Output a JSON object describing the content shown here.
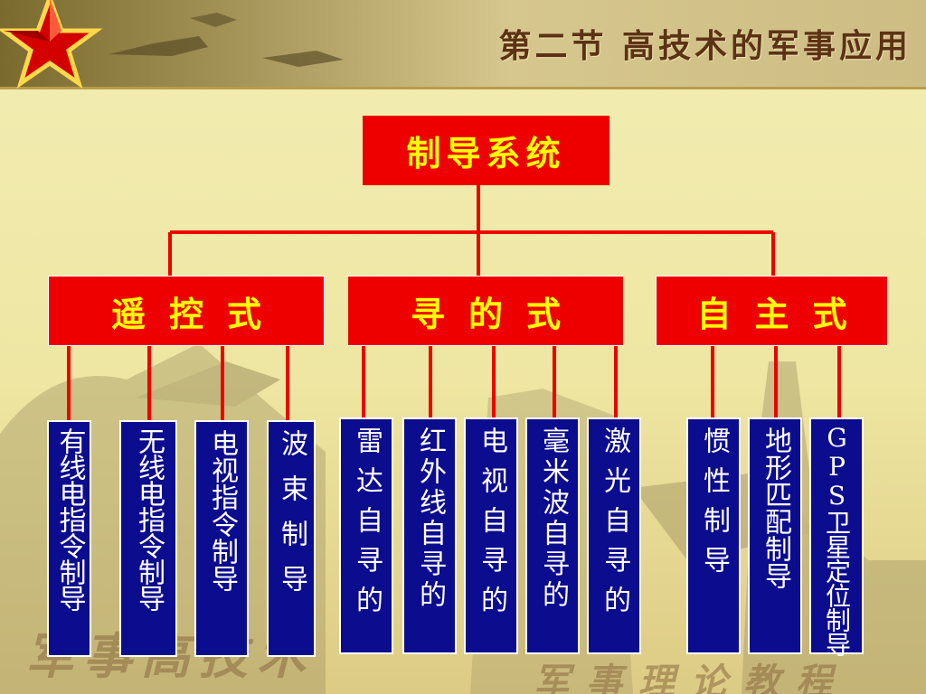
{
  "header": {
    "title": "第二节 高技术的军事应用"
  },
  "diagram": {
    "root": "制导系统",
    "categories": [
      {
        "label": "遥控式",
        "children": [
          "有线电指令制导",
          "无线电指令制导",
          "电视指令制导",
          "波束制导"
        ]
      },
      {
        "label": "寻的式",
        "children": [
          "雷达自寻的",
          "红外线自寻的",
          "电视自寻的",
          "毫米波自寻的",
          "激光自寻的"
        ]
      },
      {
        "label": "自主式",
        "children": [
          "惯性制导",
          "地形匹配制导",
          "GPS卫星定位制导"
        ]
      }
    ]
  },
  "footer": {
    "left_text": "军事高技术",
    "right_text": "军事理论教程"
  },
  "colors": {
    "box_red": "#ee0000",
    "box_text": "#ffff00",
    "leaf_blue": "#0c0c8e",
    "line": "#ee0000"
  },
  "icons": {
    "logo": "red-star-icon"
  }
}
